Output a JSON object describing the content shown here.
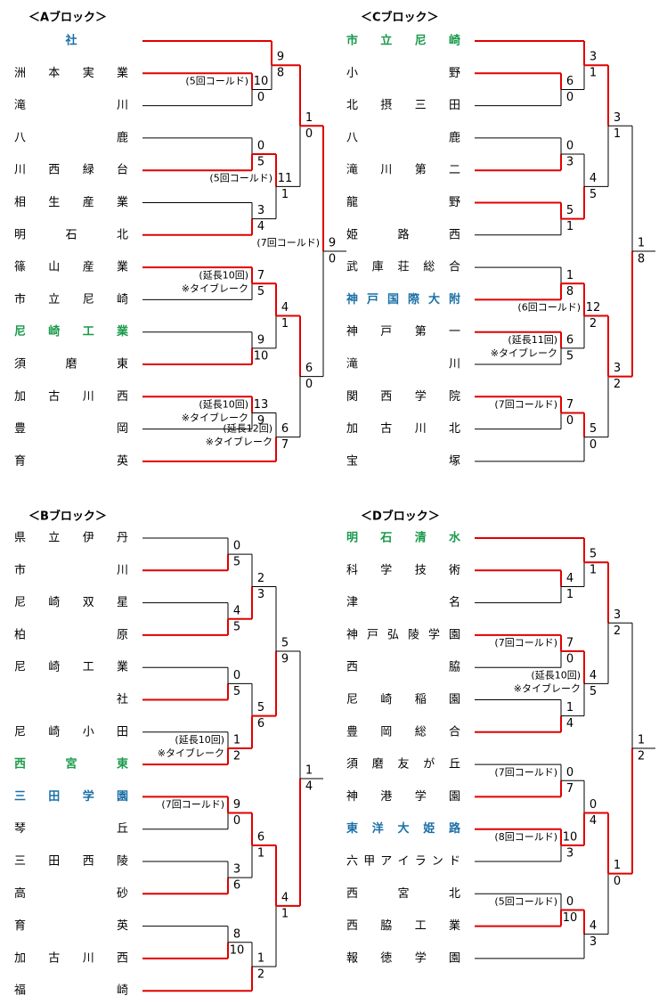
{
  "colors": {
    "winner_line": "#e00000",
    "loser_line": "#000000",
    "green_team": "#1a9a4a",
    "blue_team": "#1a6fa6"
  },
  "notes": {
    "cold5": "(5回コールド)",
    "cold6": "(6回コールド)",
    "cold7": "(7回コールド)",
    "cold8": "(8回コールド)",
    "ext10": "(延長10回)",
    "ext11": "(延長11回)",
    "ext12": "(延長12回)",
    "tiebreak": "※タイブレーク"
  },
  "blocks": [
    {
      "id": "A",
      "title": "＜Aブロック＞",
      "teams": [
        {
          "name": "社",
          "color": "blue",
          "center": true
        },
        {
          "name": "洲本実業"
        },
        {
          "name": "滝川"
        },
        {
          "name": "八鹿"
        },
        {
          "name": "川西緑台"
        },
        {
          "name": "相生産業"
        },
        {
          "name": "明石北"
        },
        {
          "name": "篠山産業"
        },
        {
          "name": "市立尼崎"
        },
        {
          "name": "尼崎工業",
          "color": "green"
        },
        {
          "name": "須磨東"
        },
        {
          "name": "加古川西"
        },
        {
          "name": "豊岡"
        },
        {
          "name": "育英"
        }
      ],
      "matches": [
        {
          "a": 1,
          "b": 2,
          "sa": "10",
          "sb": "0",
          "w": "a",
          "notes": [
            "cold5"
          ]
        },
        {
          "a": 3,
          "b": 4,
          "sa": "0",
          "sb": "5",
          "w": "b"
        },
        {
          "a": 5,
          "b": 6,
          "sa": "3",
          "sb": "4",
          "w": "b"
        },
        {
          "a": 7,
          "b": 8,
          "sa": "7",
          "sb": "5",
          "w": "a",
          "notes": [
            "ext10",
            "tiebreak"
          ]
        },
        {
          "a": 9,
          "b": 10,
          "sa": "9",
          "sb": "10",
          "w": "b"
        },
        {
          "a": 11,
          "b": 12,
          "sa": "13",
          "sb": "9",
          "w": "a",
          "notes": [
            "ext10",
            "tiebreak"
          ]
        },
        {
          "a": 0,
          "b": "m0",
          "sa": "9",
          "sb": "8",
          "w": "a"
        },
        {
          "a": "m1",
          "b": "m2",
          "sa": "11",
          "sb": "1",
          "w": "a",
          "notes": [
            "cold5"
          ]
        },
        {
          "a": "m3",
          "b": "m4",
          "sa": "4",
          "sb": "1",
          "w": "a"
        },
        {
          "a": "m5",
          "b": 13,
          "sa": "6",
          "sb": "7",
          "w": "b",
          "notes": [
            "ext12",
            "tiebreak"
          ]
        },
        {
          "a": "m6",
          "b": "m7",
          "sa": "1",
          "sb": "0",
          "w": "a"
        },
        {
          "a": "m8",
          "b": "m9",
          "sa": "6",
          "sb": "0",
          "w": "a"
        },
        {
          "a": "m10",
          "b": "m11",
          "sa": "9",
          "sb": "0",
          "w": "a",
          "notes": [
            "cold7"
          ]
        }
      ]
    },
    {
      "id": "B",
      "title": "＜Bブロック＞",
      "teams": [
        {
          "name": "県立伊丹"
        },
        {
          "name": "市川"
        },
        {
          "name": "尼崎双星"
        },
        {
          "name": "柏原"
        },
        {
          "name": "尼崎工業"
        },
        {
          "name": "社",
          "right": true
        },
        {
          "name": "尼崎小田"
        },
        {
          "name": "西宮東",
          "color": "green"
        },
        {
          "name": "三田学園",
          "color": "blue"
        },
        {
          "name": "琴丘"
        },
        {
          "name": "三田西陵"
        },
        {
          "name": "高砂"
        },
        {
          "name": "育英"
        },
        {
          "name": "加古川西"
        },
        {
          "name": "福崎"
        }
      ],
      "matches": [
        {
          "a": 0,
          "b": 1,
          "sa": "0",
          "sb": "5",
          "w": "b"
        },
        {
          "a": 2,
          "b": 3,
          "sa": "4",
          "sb": "5",
          "w": "b"
        },
        {
          "a": 4,
          "b": 5,
          "sa": "0",
          "sb": "5",
          "w": "b"
        },
        {
          "a": 6,
          "b": 7,
          "sa": "1",
          "sb": "2",
          "w": "b",
          "notes": [
            "ext10",
            "tiebreak"
          ]
        },
        {
          "a": 8,
          "b": 9,
          "sa": "9",
          "sb": "0",
          "w": "a",
          "notes": [
            "cold7"
          ]
        },
        {
          "a": 10,
          "b": 11,
          "sa": "3",
          "sb": "6",
          "w": "b"
        },
        {
          "a": 12,
          "b": 13,
          "sa": "8",
          "sb": "10",
          "w": "b"
        },
        {
          "a": "m0",
          "b": "m1",
          "sa": "2",
          "sb": "3",
          "w": "b"
        },
        {
          "a": "m2",
          "b": "m3",
          "sa": "5",
          "sb": "6",
          "w": "b"
        },
        {
          "a": "m4",
          "b": "m5",
          "sa": "6",
          "sb": "1",
          "w": "a"
        },
        {
          "a": "m6",
          "b": 14,
          "sa": "1",
          "sb": "2",
          "w": "b"
        },
        {
          "a": "m7",
          "b": "m8",
          "sa": "5",
          "sb": "9",
          "w": "b"
        },
        {
          "a": "m9",
          "b": "m10",
          "sa": "4",
          "sb": "1",
          "w": "a"
        },
        {
          "a": "m11",
          "b": "m12",
          "sa": "1",
          "sb": "4",
          "w": "b"
        }
      ]
    },
    {
      "id": "C",
      "title": "＜Cブロック＞",
      "teams": [
        {
          "name": "市立尼崎",
          "color": "green"
        },
        {
          "name": "小野"
        },
        {
          "name": "北摂三田"
        },
        {
          "name": "八鹿"
        },
        {
          "name": "滝川第二"
        },
        {
          "name": "龍野"
        },
        {
          "name": "姫路西"
        },
        {
          "name": "武庫荘総合"
        },
        {
          "name": "神戸国際大附",
          "color": "blue"
        },
        {
          "name": "神戸第一"
        },
        {
          "name": "滝川"
        },
        {
          "name": "関西学院"
        },
        {
          "name": "加古川北"
        },
        {
          "name": "宝塚"
        }
      ],
      "matches": [
        {
          "a": 1,
          "b": 2,
          "sa": "6",
          "sb": "0",
          "w": "a"
        },
        {
          "a": 3,
          "b": 4,
          "sa": "0",
          "sb": "3",
          "w": "b"
        },
        {
          "a": 5,
          "b": 6,
          "sa": "5",
          "sb": "1",
          "w": "a"
        },
        {
          "a": 7,
          "b": 8,
          "sa": "1",
          "sb": "8",
          "w": "b"
        },
        {
          "a": 9,
          "b": 10,
          "sa": "6",
          "sb": "5",
          "w": "a",
          "notes": [
            "ext11",
            "tiebreak"
          ]
        },
        {
          "a": 11,
          "b": 12,
          "sa": "7",
          "sb": "0",
          "w": "a",
          "notes": [
            "cold7"
          ]
        },
        {
          "a": 0,
          "b": "m0",
          "sa": "3",
          "sb": "1",
          "w": "a"
        },
        {
          "a": "m1",
          "b": "m2",
          "sa": "4",
          "sb": "5",
          "w": "b"
        },
        {
          "a": "m3",
          "b": "m4",
          "sa": "12",
          "sb": "2",
          "w": "a",
          "notes": [
            "cold6"
          ]
        },
        {
          "a": "m5",
          "b": 13,
          "sa": "5",
          "sb": "0",
          "w": "a"
        },
        {
          "a": "m6",
          "b": "m7",
          "sa": "3",
          "sb": "1",
          "w": "a"
        },
        {
          "a": "m8",
          "b": "m9",
          "sa": "3",
          "sb": "2",
          "w": "a"
        },
        {
          "a": "m10",
          "b": "m11",
          "sa": "1",
          "sb": "8",
          "w": "b"
        }
      ]
    },
    {
      "id": "D",
      "title": "＜Dブロック＞",
      "teams": [
        {
          "name": "明石清水",
          "color": "green"
        },
        {
          "name": "科学技術"
        },
        {
          "name": "津名"
        },
        {
          "name": "神戸弘陵学園"
        },
        {
          "name": "西脇"
        },
        {
          "name": "尼崎稲園"
        },
        {
          "name": "豊岡総合"
        },
        {
          "name": "須磨友が丘"
        },
        {
          "name": "神港学園"
        },
        {
          "name": "東洋大姫路",
          "color": "blue"
        },
        {
          "name": "六甲アイランド"
        },
        {
          "name": "西宮北"
        },
        {
          "name": "西脇工業"
        },
        {
          "name": "報徳学園"
        }
      ],
      "matches": [
        {
          "a": 1,
          "b": 2,
          "sa": "4",
          "sb": "1",
          "w": "a"
        },
        {
          "a": 3,
          "b": 4,
          "sa": "7",
          "sb": "0",
          "w": "a",
          "notes": [
            "cold7"
          ]
        },
        {
          "a": 5,
          "b": 6,
          "sa": "1",
          "sb": "4",
          "w": "b"
        },
        {
          "a": 7,
          "b": 8,
          "sa": "0",
          "sb": "7",
          "w": "b",
          "notes": [
            "cold7"
          ]
        },
        {
          "a": 9,
          "b": 10,
          "sa": "10",
          "sb": "3",
          "w": "a",
          "notes": [
            "cold8"
          ]
        },
        {
          "a": 11,
          "b": 12,
          "sa": "0",
          "sb": "10",
          "w": "b",
          "notes": [
            "cold5"
          ]
        },
        {
          "a": 0,
          "b": "m0",
          "sa": "5",
          "sb": "1",
          "w": "a"
        },
        {
          "a": "m1",
          "b": "m2",
          "sa": "4",
          "sb": "5",
          "w": "a",
          "notes": [
            "ext10",
            "tiebreak"
          ]
        },
        {
          "a": "m3",
          "b": "m4",
          "sa": "0",
          "sb": "4",
          "w": "b"
        },
        {
          "a": "m5",
          "b": 13,
          "sa": "4",
          "sb": "3",
          "w": "a"
        },
        {
          "a": "m6",
          "b": "m7",
          "sa": "3",
          "sb": "2",
          "w": "a"
        },
        {
          "a": "m8",
          "b": "m9",
          "sa": "1",
          "sb": "0",
          "w": "a"
        },
        {
          "a": "m10",
          "b": "m11",
          "sa": "1",
          "sb": "2",
          "w": "b"
        }
      ]
    }
  ]
}
